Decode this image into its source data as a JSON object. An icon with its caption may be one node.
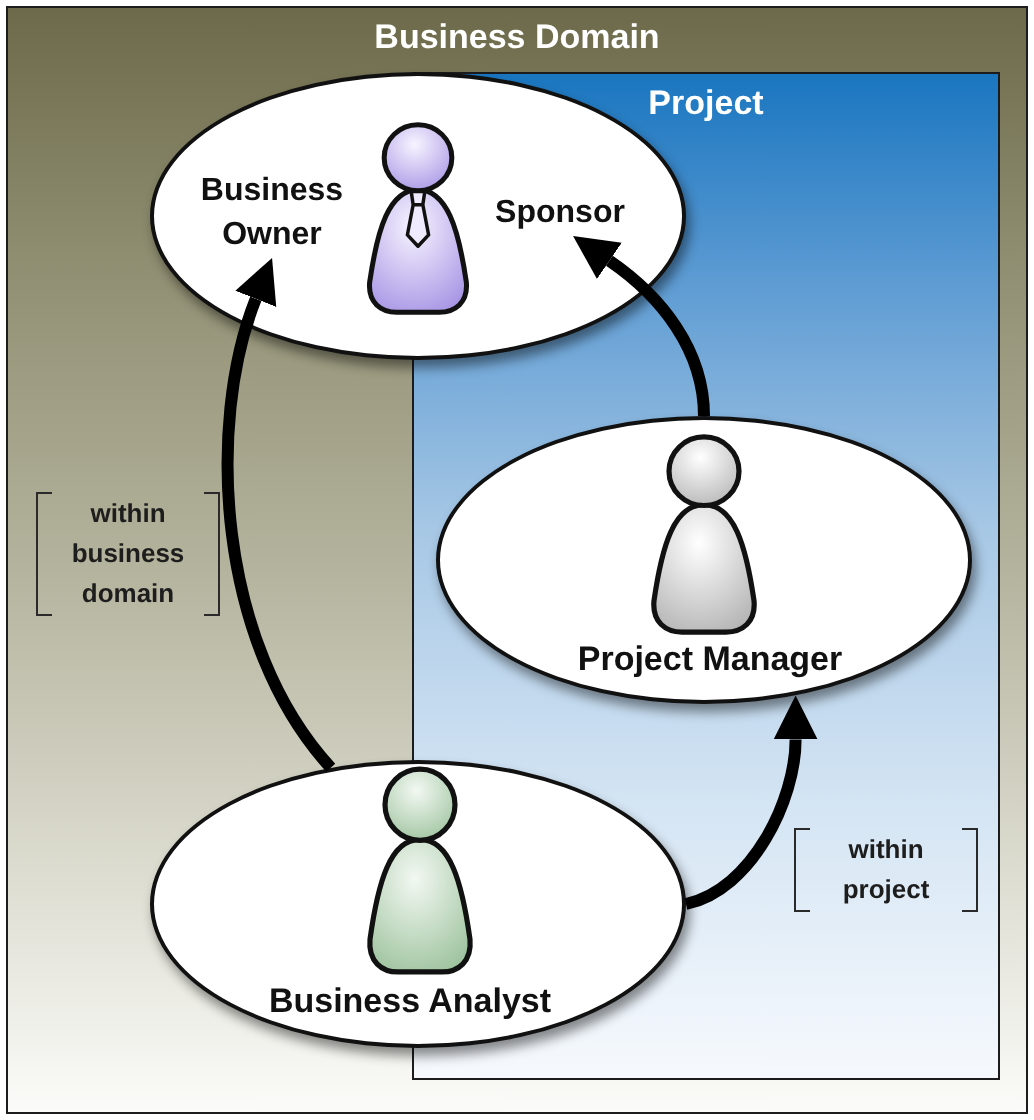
{
  "diagram": {
    "nodes": [
      {
        "text": [
          "Business Domain"
        ]
      },
      {
        "text": [
          "Project"
        ],
        "in": 0
      },
      {
        "text": [],
        "shape": "ellipse",
        "in": 0
      },
      {
        "text": [
          "Business Owner"
        ],
        "in": 2
      },
      {
        "text": [
          "Sponsor"
        ]
      },
      {
        "text": [
          "Project Manager"
        ],
        "in": 1
      },
      {
        "text": [
          "Business Analyst"
        ],
        "in": 0
      }
    ],
    "edges": [
      {
        "from": 6,
        "to": 3,
        "arrow": "to",
        "label": "within business domain"
      },
      {
        "from": 6,
        "to": 5,
        "arrow": "to",
        "label": "within project"
      },
      {
        "from": 5,
        "to": 4,
        "arrow": "to"
      }
    ]
  }
}
